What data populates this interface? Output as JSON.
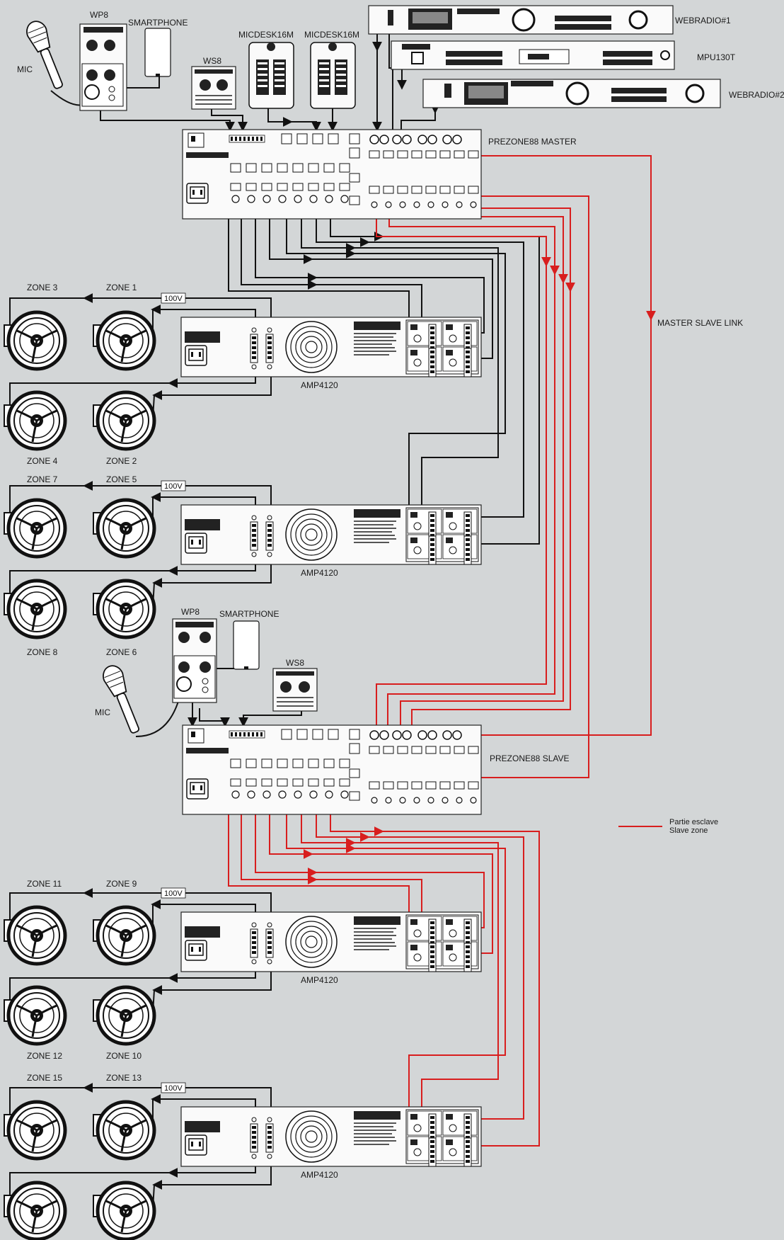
{
  "colors": {
    "background": "#d3d6d7",
    "wire": "#111111",
    "slave_wire": "#d81e1e"
  },
  "labels": {
    "mic_top": "MIC",
    "wp8_top": "WP8",
    "smartphone_top": "SMARTPHONE",
    "ws8_top": "WS8",
    "micdesk1": "MICDESK16M",
    "micdesk2": "MICDESK16M",
    "webradio1": "WEBRADIO#1",
    "mpu": "MPU130T",
    "webradio2": "WEBRADIO#2",
    "master": "PREZONE88 MASTER",
    "master_slave_link": "MASTER SLAVE LINK",
    "wp8_mid": "WP8",
    "smartphone_mid": "SMARTPHONE",
    "ws8_mid": "WS8",
    "mic_mid": "MIC",
    "slave": "PREZONE88 SLAVE",
    "legend_fr": "Partie esclave",
    "legend_en": "Slave zone",
    "line_voltage": "100V"
  },
  "amps": [
    {
      "label": "AMP4120",
      "zones_top": [
        "ZONE 3",
        "ZONE 1"
      ],
      "zones_bottom": [
        "ZONE 4",
        "ZONE 2"
      ]
    },
    {
      "label": "AMP4120",
      "zones_top": [
        "ZONE 7",
        "ZONE 5"
      ],
      "zones_bottom": [
        "ZONE 8",
        "ZONE 6"
      ]
    },
    {
      "label": "AMP4120",
      "zones_top": [
        "ZONE 11",
        "ZONE 9"
      ],
      "zones_bottom": [
        "ZONE 12",
        "ZONE 10"
      ]
    },
    {
      "label": "AMP4120",
      "zones_top": [
        "ZONE 15",
        "ZONE 13"
      ],
      "zones_bottom": [
        "",
        ""
      ]
    }
  ],
  "icons": [
    "microphone-icon",
    "speaker-icon",
    "fan-grille-icon",
    "power-inlet-icon"
  ]
}
